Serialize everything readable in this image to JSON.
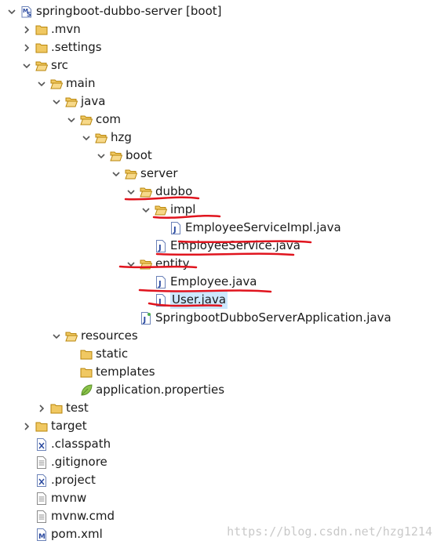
{
  "tree": [
    {
      "label": "springboot-dubbo-server [boot]",
      "depth": 0,
      "twisty": "expanded",
      "icon": "project-icon"
    },
    {
      "label": ".mvn",
      "depth": 1,
      "twisty": "collapsed",
      "icon": "folder-icon"
    },
    {
      "label": ".settings",
      "depth": 1,
      "twisty": "collapsed",
      "icon": "folder-icon"
    },
    {
      "label": "src",
      "depth": 1,
      "twisty": "expanded",
      "icon": "folder-open-icon"
    },
    {
      "label": "main",
      "depth": 2,
      "twisty": "expanded",
      "icon": "folder-open-icon"
    },
    {
      "label": "java",
      "depth": 3,
      "twisty": "expanded",
      "icon": "folder-open-icon"
    },
    {
      "label": "com",
      "depth": 4,
      "twisty": "expanded",
      "icon": "folder-open-icon"
    },
    {
      "label": "hzg",
      "depth": 5,
      "twisty": "expanded",
      "icon": "folder-open-icon"
    },
    {
      "label": "boot",
      "depth": 6,
      "twisty": "expanded",
      "icon": "folder-open-icon"
    },
    {
      "label": "server",
      "depth": 7,
      "twisty": "expanded",
      "icon": "folder-open-icon"
    },
    {
      "label": "dubbo",
      "depth": 8,
      "twisty": "expanded",
      "icon": "folder-open-icon"
    },
    {
      "label": "impl",
      "depth": 9,
      "twisty": "expanded",
      "icon": "folder-open-icon"
    },
    {
      "label": "EmployeeServiceImpl.java",
      "depth": 10,
      "twisty": "none",
      "icon": "java-file-icon"
    },
    {
      "label": "EmployeeService.java",
      "depth": 9,
      "twisty": "none",
      "icon": "java-file-icon"
    },
    {
      "label": "entity",
      "depth": 8,
      "twisty": "expanded",
      "icon": "folder-open-icon"
    },
    {
      "label": "Employee.java",
      "depth": 9,
      "twisty": "none",
      "icon": "java-file-icon"
    },
    {
      "label": "User.java",
      "depth": 9,
      "twisty": "none",
      "icon": "java-file-icon",
      "selected": true
    },
    {
      "label": "SpringbootDubboServerApplication.java",
      "depth": 8,
      "twisty": "none",
      "icon": "java-app-file-icon"
    },
    {
      "label": "resources",
      "depth": 3,
      "twisty": "expanded",
      "icon": "folder-open-icon"
    },
    {
      "label": "static",
      "depth": 4,
      "twisty": "none",
      "icon": "folder-icon"
    },
    {
      "label": "templates",
      "depth": 4,
      "twisty": "none",
      "icon": "folder-icon"
    },
    {
      "label": "application.properties",
      "depth": 4,
      "twisty": "none",
      "icon": "properties-file-icon"
    },
    {
      "label": "test",
      "depth": 2,
      "twisty": "collapsed",
      "icon": "folder-icon"
    },
    {
      "label": "target",
      "depth": 1,
      "twisty": "collapsed",
      "icon": "folder-icon"
    },
    {
      "label": ".classpath",
      "depth": 1,
      "twisty": "none",
      "icon": "xml-file-icon"
    },
    {
      "label": ".gitignore",
      "depth": 1,
      "twisty": "none",
      "icon": "text-file-icon"
    },
    {
      "label": ".project",
      "depth": 1,
      "twisty": "none",
      "icon": "xml-file-icon"
    },
    {
      "label": "mvnw",
      "depth": 1,
      "twisty": "none",
      "icon": "text-file-icon"
    },
    {
      "label": "mvnw.cmd",
      "depth": 1,
      "twisty": "none",
      "icon": "text-file-icon"
    },
    {
      "label": "pom.xml",
      "depth": 1,
      "twisty": "none",
      "icon": "maven-pom-icon"
    }
  ],
  "watermark": "https://blog.csdn.net/hzg1214",
  "colors": {
    "annotation": "#e0141e",
    "selection": "#cde8ff",
    "folder": "#e8b64a",
    "twisty": "#555555"
  }
}
